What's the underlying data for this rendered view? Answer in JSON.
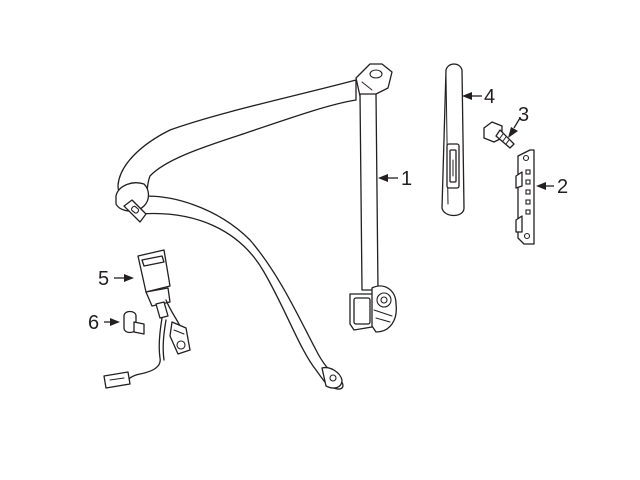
{
  "callouts": [
    {
      "id": "1",
      "label": "1"
    },
    {
      "id": "2",
      "label": "2"
    },
    {
      "id": "3",
      "label": "3"
    },
    {
      "id": "4",
      "label": "4"
    },
    {
      "id": "5",
      "label": "5"
    },
    {
      "id": "6",
      "label": "6"
    }
  ],
  "colors": {
    "line": "#231f20",
    "background": "#ffffff"
  }
}
